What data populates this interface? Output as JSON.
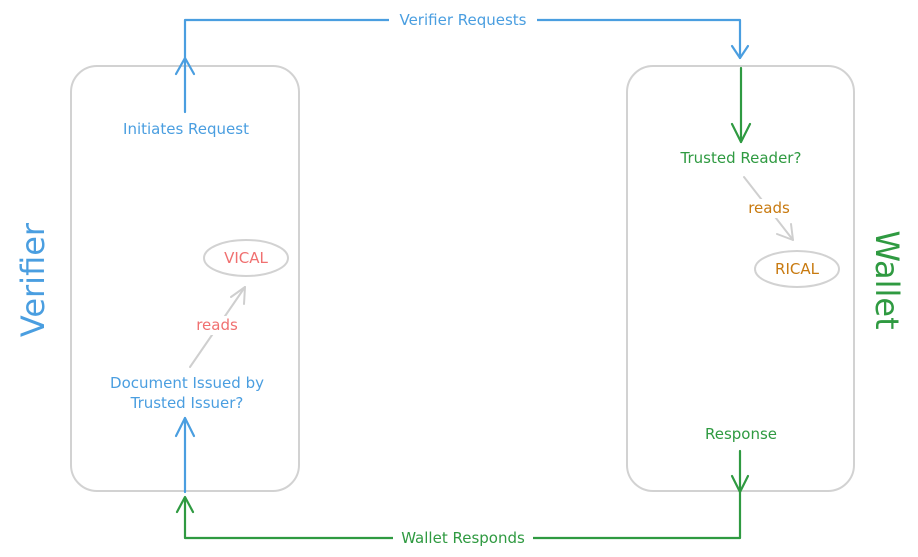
{
  "colors": {
    "blue": "#4a9ee0",
    "green": "#2f9a41",
    "red": "#f07070",
    "orange": "#c87a10",
    "gray": "#cfcfcf",
    "white": "#ffffff"
  },
  "verifier": {
    "title": "Verifier",
    "initiates": "Initiates Request",
    "document_line1": "Document Issued by",
    "document_line2": "Trusted Issuer?",
    "reads": "reads",
    "registry": "VICAL"
  },
  "wallet": {
    "title": "Wallet",
    "trusted_reader": "Trusted Reader?",
    "reads": "reads",
    "registry": "RICAL",
    "response": "Response"
  },
  "flows": {
    "request": "Verifier Requests",
    "respond": "Wallet Responds"
  }
}
